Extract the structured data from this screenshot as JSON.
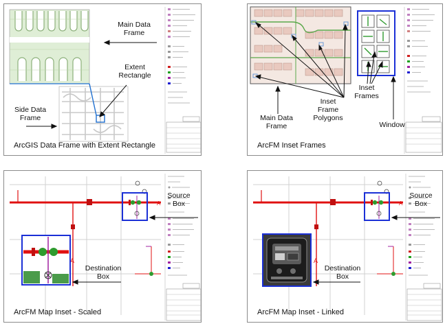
{
  "panels": [
    {
      "caption": "ArcGIS Data Frame with Extent Rectangle",
      "labels": {
        "main_data_frame": [
          "Main Data",
          "Frame"
        ],
        "extent_rectangle": [
          "Extent",
          "Rectangle"
        ],
        "side_data_frame": [
          "Side Data",
          "Frame"
        ]
      }
    },
    {
      "caption": "ArcFM Inset Frames",
      "labels": {
        "main_data_frame": [
          "Main Data",
          "Frame"
        ],
        "inset_frame_polygons": [
          "Inset",
          "Frame",
          "Polygons"
        ],
        "inset_frames": [
          "Inset",
          "Frames"
        ],
        "window": "Window"
      }
    },
    {
      "caption": "ArcFM Map Inset - Scaled",
      "labels": {
        "source_box": [
          "Source",
          "Box"
        ],
        "destination_box": [
          "Destination",
          "Box"
        ]
      }
    },
    {
      "caption": "ArcFM Map Inset - Linked",
      "labels": {
        "source_box": [
          "Source",
          "Box"
        ],
        "destination_box": [
          "Destination",
          "Box"
        ]
      }
    }
  ],
  "colors": {
    "callout_blue": "#1a2fd6",
    "extent_line": "#1f6fd0",
    "primary_red": "#e01010",
    "device_green": "#2e9b2e",
    "parcel_green": "#cde3c0",
    "parcel_pink": "#e9c9bf",
    "panel_border": "#8a8a8a"
  }
}
